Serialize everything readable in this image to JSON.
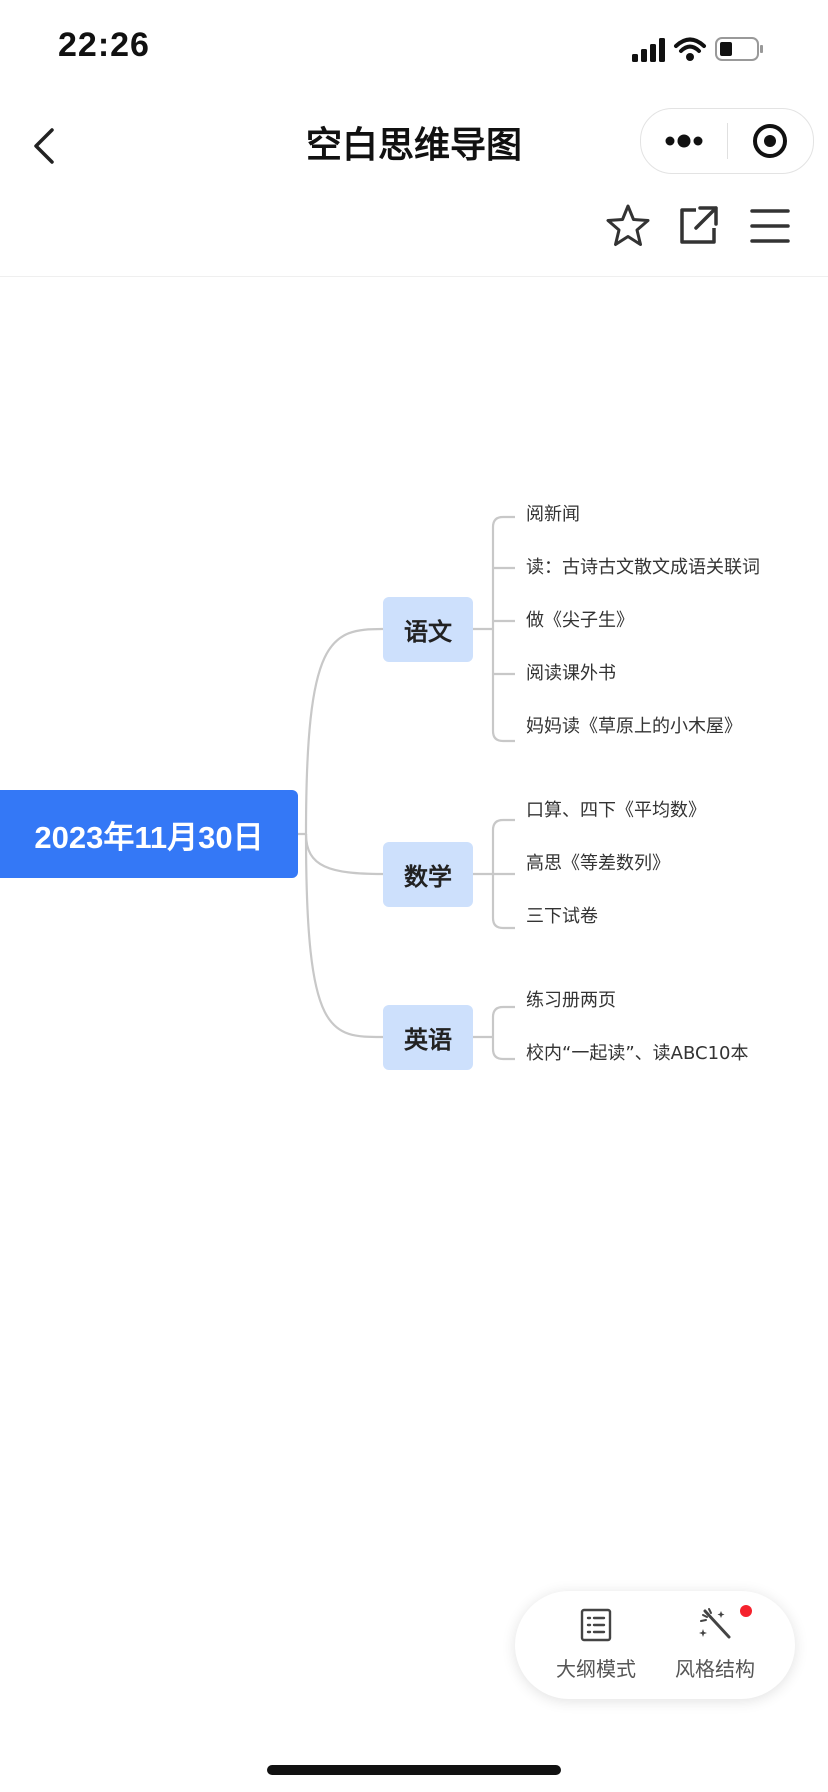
{
  "status_bar": {
    "time": "22:26"
  },
  "header": {
    "title": "空白思维导图"
  },
  "mindmap": {
    "root": "2023年11月30日",
    "branches": [
      {
        "label": "语文",
        "leaves": [
          "阅新闻",
          "读：古诗古文散文成语关联词",
          "做《尖子生》",
          "阅读课外书",
          "妈妈读《草原上的小木屋》"
        ]
      },
      {
        "label": "数学",
        "leaves": [
          "口算、四下《平均数》",
          "高思《等差数列》",
          "三下试卷"
        ]
      },
      {
        "label": "英语",
        "leaves": [
          "练习册两页",
          "校内“一起读”、读ABC10本"
        ]
      }
    ]
  },
  "bottom_bar": {
    "outline_label": "大纲模式",
    "style_label": "风格结构"
  },
  "colors": {
    "root": "#3478f6",
    "branch": "#cde0fc",
    "connector": "#c8c8c8",
    "badge": "#f5222d"
  },
  "icons": [
    "back-icon",
    "more-icon",
    "target-icon",
    "star-icon",
    "share-icon",
    "menu-icon",
    "outline-icon",
    "magic-wand-icon"
  ]
}
